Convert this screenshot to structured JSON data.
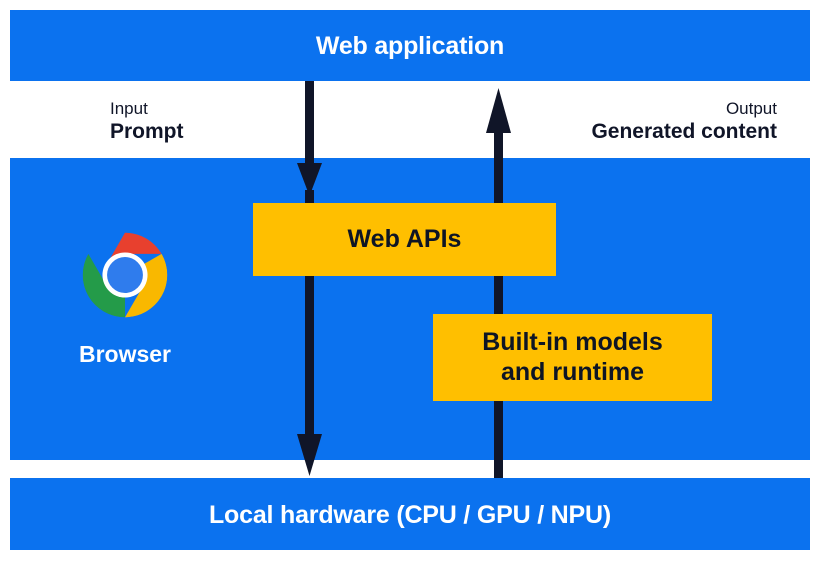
{
  "diagram": {
    "title": "Web application / Browser / Local hardware built-in AI architecture",
    "colors": {
      "band_blue": "#0b72ef",
      "box_amber": "#ffbf00",
      "arrow_navy": "#101528",
      "band_text": "#ffffff",
      "box_text": "#0e1525"
    },
    "bands": [
      {
        "id": "web-application",
        "label": "Web application"
      },
      {
        "id": "browser",
        "label": "Browser"
      },
      {
        "id": "local-hardware",
        "label": "Local hardware (CPU / GPU / NPU)"
      }
    ],
    "boxes": [
      {
        "id": "web-apis",
        "label": "Web APIs"
      },
      {
        "id": "builtin-models",
        "label": "Built-in models\nand runtime"
      }
    ],
    "flows": [
      {
        "id": "input",
        "kicker": "Input",
        "value": "Prompt",
        "direction": "down",
        "align": "left"
      },
      {
        "id": "output",
        "kicker": "Output",
        "value": "Generated content",
        "direction": "up",
        "align": "right"
      }
    ],
    "icons": {
      "browser_logo": "chrome-logo-icon",
      "down_arrow": "arrow-down-icon",
      "up_arrow": "arrow-up-icon"
    },
    "chrome_logo_colors": {
      "red": "#e8402e",
      "yellow": "#f9b800",
      "green": "#249b49",
      "blue_core": "#2f7ced",
      "ring": "#ffffff"
    }
  }
}
